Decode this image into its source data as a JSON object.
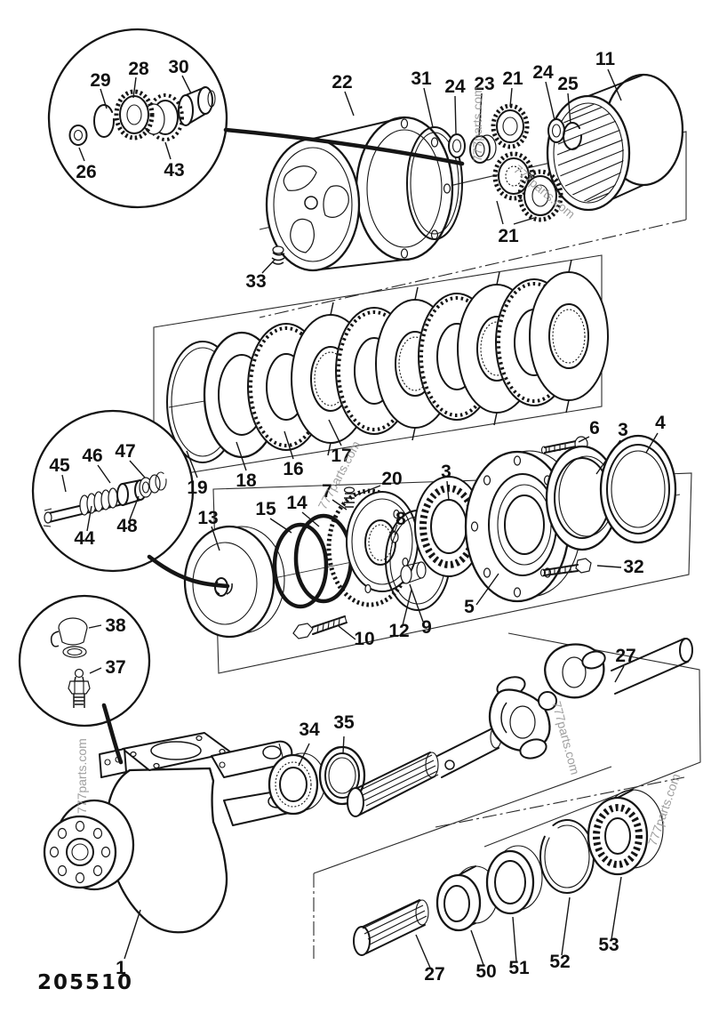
{
  "page": {
    "drawing_number": "205510"
  },
  "watermark": {
    "text": "777parts.com"
  },
  "callouts": {
    "n1": "1",
    "n3": "3",
    "n4": "4",
    "n5": "5",
    "n6": "6",
    "n7": "7",
    "n8": "8",
    "n9": "9",
    "n10": "10",
    "n11": "11",
    "n12": "12",
    "n13": "13",
    "n14": "14",
    "n15": "15",
    "n16": "16",
    "n17": "17",
    "n18": "18",
    "n19": "19",
    "n20": "20",
    "n21": "21",
    "n22": "22",
    "n23": "23",
    "n24": "24",
    "n25": "25",
    "n26": "26",
    "n27": "27",
    "n28": "28",
    "n29": "29",
    "n30": "30",
    "n31": "31",
    "n32": "32",
    "n33": "33",
    "n34": "34",
    "n35": "35",
    "n37": "37",
    "n38": "38",
    "n43": "43",
    "n44": "44",
    "n45": "45",
    "n46": "46",
    "n47": "47",
    "n48": "48",
    "n50": "50",
    "n51": "51",
    "n52": "52",
    "n53": "53"
  }
}
